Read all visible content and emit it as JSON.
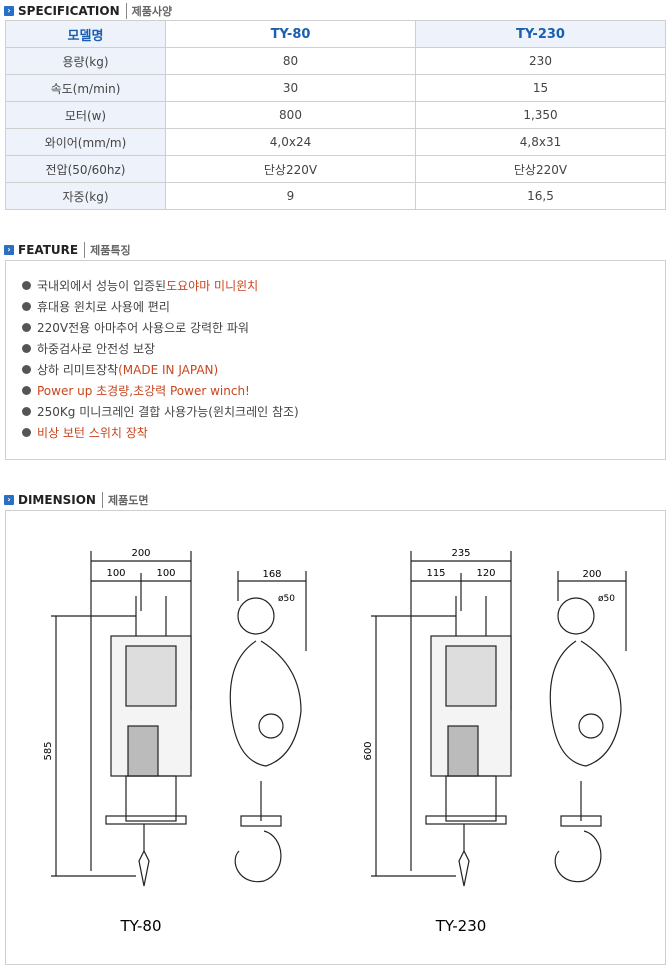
{
  "spec": {
    "title": "SPECIFICATION",
    "subtitle": "제품사양",
    "headers": [
      "모델명",
      "TY-80",
      "TY-230"
    ],
    "rows": [
      [
        "용량(kg)",
        "80",
        "230"
      ],
      [
        "속도(m/min)",
        "30",
        "15"
      ],
      [
        "모터(w)",
        "800",
        "1,350"
      ],
      [
        "와이어(mm/m)",
        "4,0x24",
        "4,8x31"
      ],
      [
        "전압(50/60hz)",
        "단상220V",
        "단상220V"
      ],
      [
        "자중(kg)",
        "9",
        "16,5"
      ]
    ]
  },
  "feature": {
    "title": "FEATURE",
    "subtitle": "제품특징",
    "items": [
      {
        "text": "국내외에서 성능이 입증된 ",
        "highlight": "도요야마 미니윈치"
      },
      {
        "text": "휴대용 윈치로 사용에 편리",
        "highlight": ""
      },
      {
        "text": "220V전용 아마추어 사용으로 강력한 파워",
        "highlight": ""
      },
      {
        "text": "하중검사로 안전성 보장",
        "highlight": ""
      },
      {
        "text": "상하 리미트장착",
        "highlight": "(MADE IN JAPAN)"
      },
      {
        "text": "",
        "highlight": "Power up 초경량,초강력 Power winch!"
      },
      {
        "text": "250Kg 미니크레인 결합 사용가능(윈치크레인 참조)",
        "highlight": ""
      },
      {
        "text": "",
        "highlight": "비상 보턴 스위치 장착"
      }
    ]
  },
  "dimension": {
    "title": "DIMENSION",
    "subtitle": "제품도면",
    "models": [
      {
        "name": "TY-80",
        "width": "200",
        "left": "100",
        "right": "100",
        "side": "168",
        "dia": "ø50",
        "height": "585"
      },
      {
        "name": "TY-230",
        "width": "235",
        "left": "115",
        "right": "120",
        "side": "200",
        "dia": "ø50",
        "height": "600"
      }
    ]
  },
  "colors": {
    "accent": "#1a5fb0",
    "highlight": "#c8461e"
  }
}
